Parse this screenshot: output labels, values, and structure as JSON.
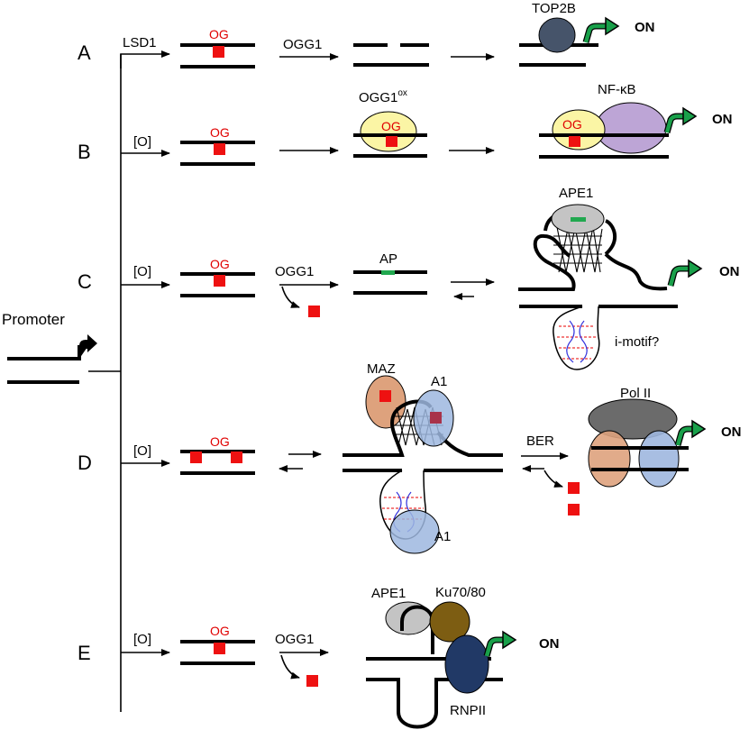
{
  "promoter_label": "Promoter",
  "on_label": "ON",
  "og_label": "OG",
  "rows": {
    "A": {
      "letter": "A",
      "trigger": "LSD1",
      "enzyme": "OGG1",
      "protein": "TOP2B"
    },
    "B": {
      "letter": "B",
      "trigger": "[O]",
      "enzyme_base": "OGG1",
      "enzyme_sup": "ox",
      "protein": "NF-κB"
    },
    "C": {
      "letter": "C",
      "trigger": "[O]",
      "enzyme": "OGG1",
      "site": "AP",
      "protein": "APE1",
      "structure_label": "i-motif?"
    },
    "D": {
      "letter": "D",
      "trigger": "[O]",
      "protein_maz": "MAZ",
      "protein_a1": "A1",
      "protein_a1_lower": "A1",
      "repair": "BER",
      "polymerase": "Pol II"
    },
    "E": {
      "letter": "E",
      "trigger": "[O]",
      "enzyme": "OGG1",
      "protein_ape1": "APE1",
      "protein_ku": "Ku70/80",
      "polymerase": "RNPII"
    }
  },
  "colors": {
    "og_lesion": "#ee1111",
    "top2b": "#46546a",
    "ogg1ox": "#fbf5a5",
    "nfkb": "#bda5d6",
    "ape1": "#c4c4c4",
    "ap_site": "#21a84f",
    "maz": "#dea27d",
    "a1": "#9eb7df",
    "pol2": "#6b6b6b",
    "ku": "#7d5d12",
    "rnpii": "#213966",
    "on_arrow": "#19a04a"
  }
}
